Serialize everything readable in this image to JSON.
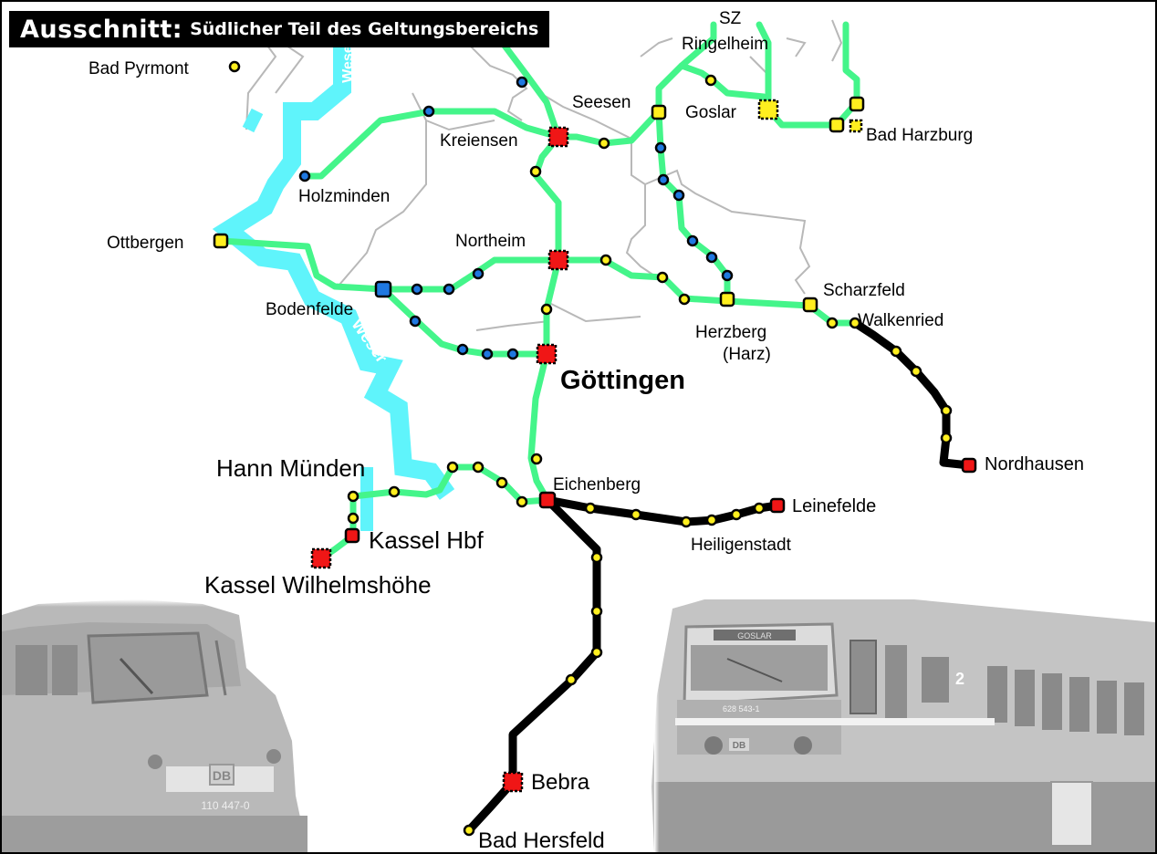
{
  "header": {
    "title_lead": "Ausschnitt:",
    "title_rest": "Südlicher Teil des Geltungsbereichs"
  },
  "colors": {
    "line_green": "#44f58a",
    "line_black": "#000000",
    "river": "#5ff4fb",
    "border": "#b8b8b8",
    "stop_yellow": "#ffef1f",
    "stop_blue": "#1f78e0",
    "stop_red": "#f01616"
  },
  "rivers": {
    "weser_north_label": "Weser",
    "weser_south_label": "Weser"
  },
  "places": {
    "bad_pyrmont": "Bad Pyrmont",
    "ringelheim": "Ringelheim",
    "sz_partial": "SZ",
    "seesen": "Seesen",
    "goslar": "Goslar",
    "bad_harzburg": "Bad Harzburg",
    "kreiensen": "Kreiensen",
    "holzminden": "Holzminden",
    "ottbergen": "Ottbergen",
    "northeim": "Northeim",
    "bodenfelde": "Bodenfelde",
    "scharzfeld": "Scharzfeld",
    "walkenried": "Walkenried",
    "herzberg": "Herzberg",
    "herzberg_sub": "(Harz)",
    "goettingen": "Göttingen",
    "nordhausen": "Nordhausen",
    "hann_muenden": "Hann Münden",
    "eichenberg": "Eichenberg",
    "leinefelde": "Leinefelde",
    "kassel_hbf": "Kassel Hbf",
    "heiligenstadt": "Heiligenstadt",
    "kassel_wilhelmshoehe": "Kassel Wilhelmshöhe",
    "bebra": "Bebra",
    "bad_hersfeld": "Bad Hersfeld"
  },
  "photos": {
    "locomotive_number": "110 447-0",
    "locomotive_brand": "DB",
    "railcar_number": "628 543-1",
    "railcar_brand": "DB",
    "railcar_class": "2",
    "railcar_destination": "GOSLAR"
  }
}
